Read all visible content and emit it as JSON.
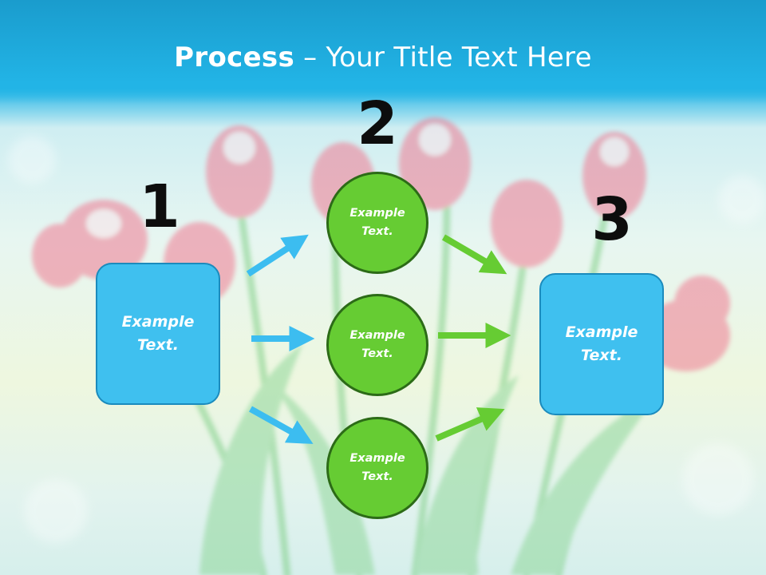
{
  "title": {
    "bold": "Process",
    "rest": " – Your Title Text Here"
  },
  "steps": {
    "one": "1",
    "two": "2",
    "three": "3"
  },
  "left_box": "Example Text.",
  "circles": [
    "Example Text.",
    "Example Text.",
    "Example Text."
  ],
  "right_box": "Example Text.",
  "colors": {
    "title_band": "#22b4e6",
    "box_fill": "#3fc0ef",
    "box_border": "#1b8bbd",
    "circle_fill": "#66cc33",
    "circle_border": "#2c6b17",
    "arrow_blue": "#3cbdf0",
    "arrow_green": "#66cc33"
  },
  "icons": {
    "arrows_left": "arrow-right-icon",
    "arrows_right": "arrow-right-icon"
  }
}
